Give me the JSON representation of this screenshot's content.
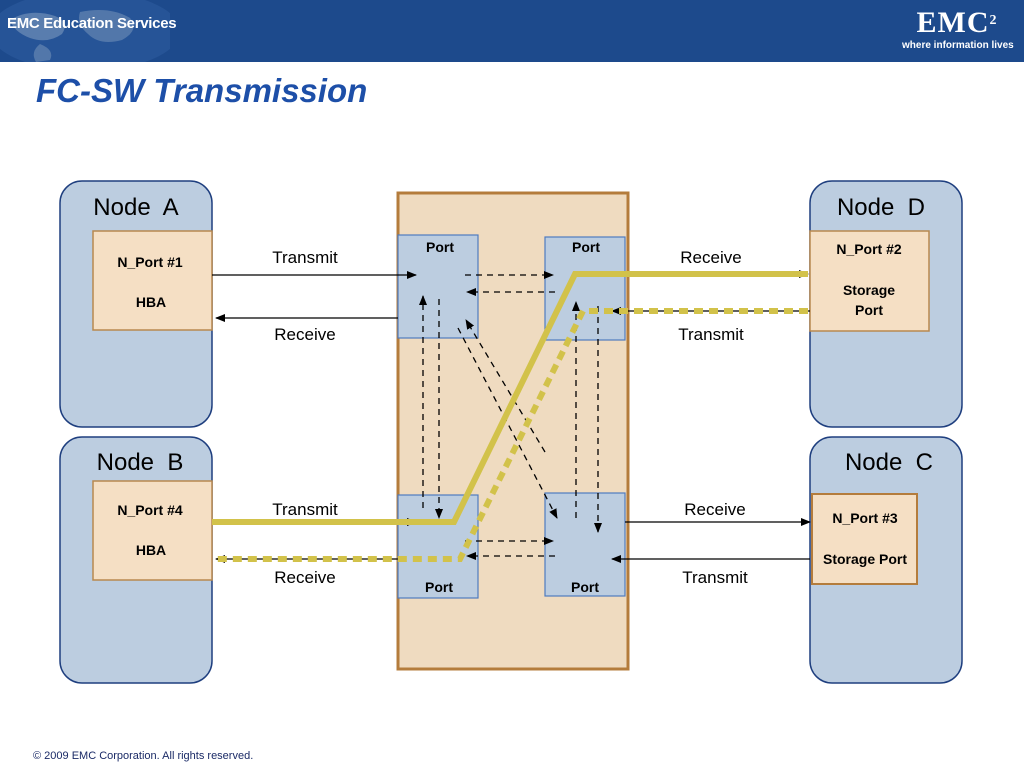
{
  "header": {
    "left_brand": "EMC Education Services",
    "logo_text": "EMC",
    "logo_superscript": "2",
    "tagline": "where information lives"
  },
  "title": "FC-SW Transmission",
  "nodes": {
    "a": {
      "name": "Node  A",
      "port": "N_Port #1",
      "type": "HBA"
    },
    "b": {
      "name": "Node  B",
      "port": "N_Port #4",
      "type": "HBA"
    },
    "c": {
      "name": "Node  C",
      "port": "N_Port #3",
      "type": "Storage Port"
    },
    "d": {
      "name": "Node  D",
      "port": "N_Port #2",
      "type_line1": "Storage",
      "type_line2": "Port"
    }
  },
  "switch_ports": {
    "top_left": "Port",
    "top_right": "Port",
    "bottom_left": "Port",
    "bottom_right": "Port"
  },
  "links": {
    "a_top": "Transmit",
    "a_bottom": "Receive",
    "b_top": "Transmit",
    "b_bottom": "Receive",
    "d_top": "Receive",
    "d_bottom": "Transmit",
    "c_top": "Receive",
    "c_bottom": "Transmit"
  },
  "colors": {
    "banner": "#1d4a8c",
    "title": "#1d4fa8",
    "node_fill": "#bccde0",
    "node_stroke": "#1f3f7f",
    "port_fill": "#f5dfc4",
    "port_stroke": "#b8894f",
    "switch_fill": "#efdbc0",
    "switch_stroke": "#b47c3c",
    "switch_port_fill": "#bccde0",
    "switch_port_stroke": "#4f7bbf",
    "frame_path": "#d2c24a"
  },
  "footer": "© 2009 EMC Corporation. All rights reserved."
}
